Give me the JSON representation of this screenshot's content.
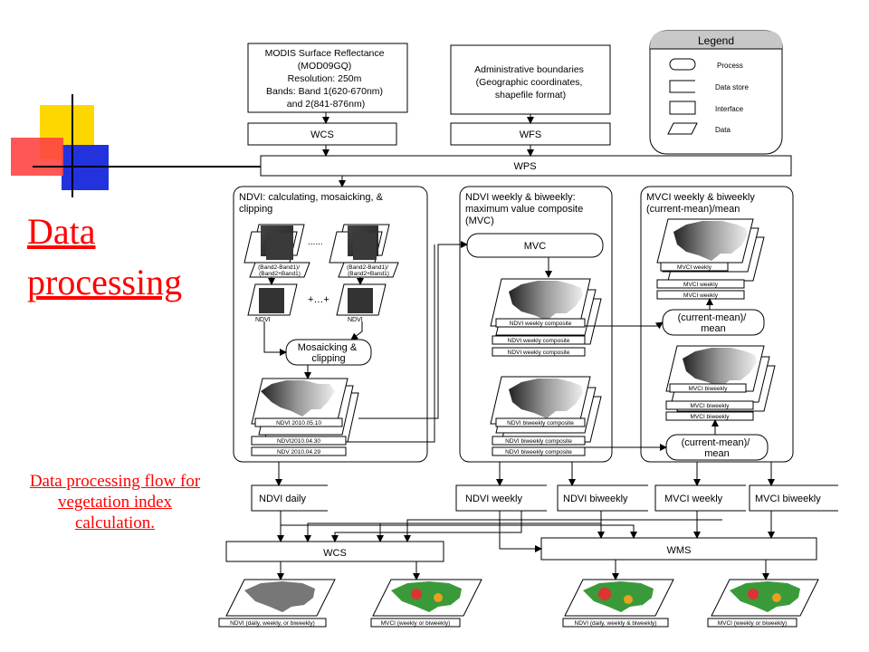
{
  "slide": {
    "title_line1": "Data",
    "title_line2": "processing",
    "caption": "Data processing flow for vegetation index calculation."
  },
  "legend": {
    "title": "Legend",
    "items": [
      "Process",
      "Data store",
      "Interface",
      "Data"
    ]
  },
  "inputs": {
    "modis": [
      "MODIS Surface Reflectance",
      "(MOD09GQ)",
      "Resolution: 250m",
      "Bands: Band 1(620-670nm)",
      "and 2(841-876nm)"
    ],
    "admin": [
      "Administrative boundaries",
      "(Geographic coordinates,",
      "shapefile format)"
    ]
  },
  "services": {
    "wcs_top": "WCS",
    "wfs": "WFS",
    "wps": "WPS",
    "wcs_bottom": "WCS",
    "wms": "WMS"
  },
  "panels": {
    "ndvi": {
      "title": [
        "NDVI: calculating, mosaicking, &",
        "clipping"
      ],
      "ellipsis": "......",
      "plus": "+…+",
      "band_formula": [
        "(Band2-Band1)/",
        "(Band2+Band1)"
      ],
      "ndvi_label": "NDVI",
      "mosaic_process": [
        "Mosaicking &",
        "clipping"
      ],
      "stack_labels": [
        "NDVI 2010.05.10",
        "NDVI2010.04.30",
        "NDV 2010.04.29"
      ]
    },
    "mvc": {
      "title": [
        "NDVI weekly & biweekly:",
        "maximum value composite",
        "(MVC)"
      ],
      "process": "MVC",
      "weekly_labels": [
        "NDVI weekly composite",
        "NDVI weekly composite",
        "NDVI weekly composite"
      ],
      "biweekly_labels": [
        "NDVI biweekly composite",
        "NDVI biweekly composite",
        "NDVI biweekly composite"
      ]
    },
    "mvci": {
      "title": [
        "MVCI weekly & biweekly",
        "(current-mean)/mean"
      ],
      "weekly_labels": [
        "MVCI weekly",
        "MVCI weekly",
        "MVCI weekly"
      ],
      "process": [
        "(current-mean)/",
        "mean"
      ],
      "biweekly_labels": [
        "MVCI biweekly",
        "MVCI biweekly",
        "MVCI biweekly"
      ]
    }
  },
  "stores": [
    "NDVI daily",
    "NDVI weekly",
    "NDVI biweekly",
    "MVCI weekly",
    "MVCI biweekly"
  ],
  "outputs": [
    "NDVI (daily, weekly, or biweekly)",
    "MVCI (weekly or biweekly)",
    "NDVI (daily, weekly & biweekly)",
    "MVCI (weekly or biweekly)"
  ]
}
